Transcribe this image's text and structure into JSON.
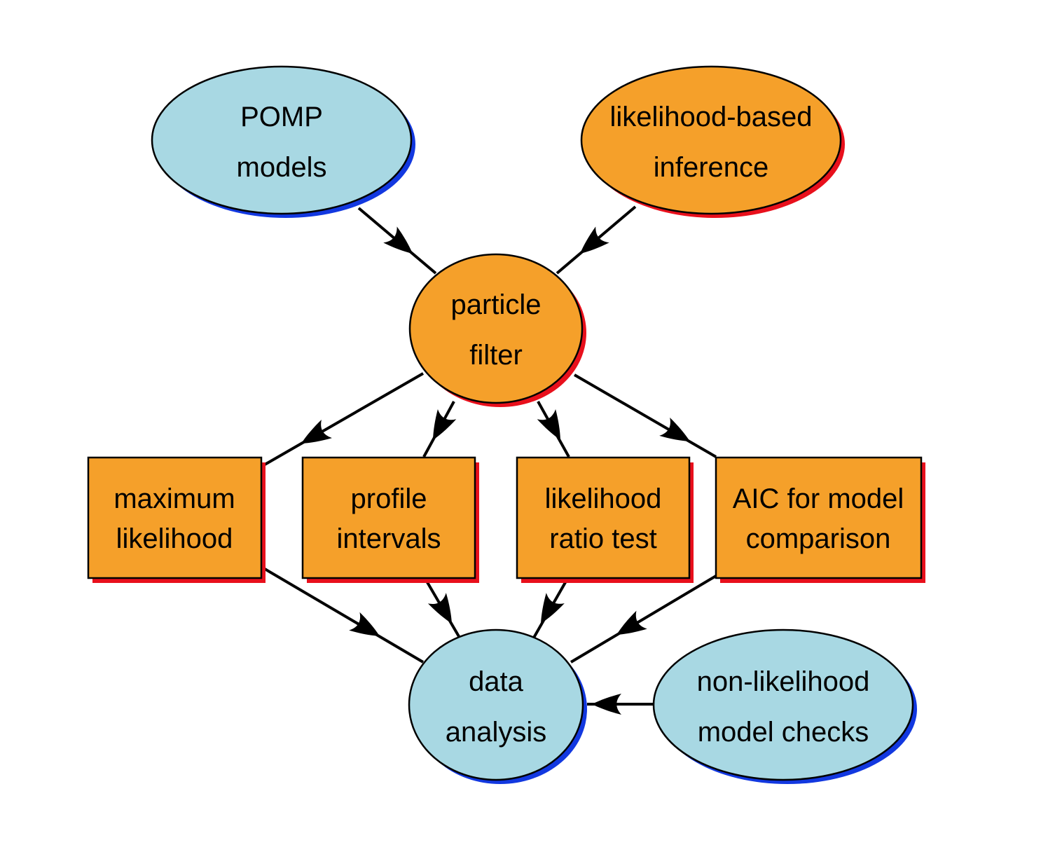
{
  "colors": {
    "blue_fill": "#a8d8e3",
    "blue_shadow": "#1238e0",
    "orange_fill": "#f5a02a",
    "orange_shadow": "#e8101c"
  },
  "nodes": {
    "pomp": {
      "line1": "POMP",
      "line2": "models"
    },
    "likelihood_based": {
      "line1": "likelihood-based",
      "line2": "inference"
    },
    "particle_filter": {
      "line1": "particle",
      "line2": "filter"
    },
    "max_likelihood": {
      "line1": "maximum",
      "line2": "likelihood"
    },
    "profile": {
      "line1": "profile",
      "line2": "intervals"
    },
    "lrt": {
      "line1": "likelihood",
      "line2": "ratio test"
    },
    "aic": {
      "line1": "AIC for model",
      "line2": "comparison"
    },
    "data_analysis": {
      "line1": "data",
      "line2": "analysis"
    },
    "non_likelihood": {
      "line1": "non-likelihood",
      "line2": "model checks"
    }
  }
}
